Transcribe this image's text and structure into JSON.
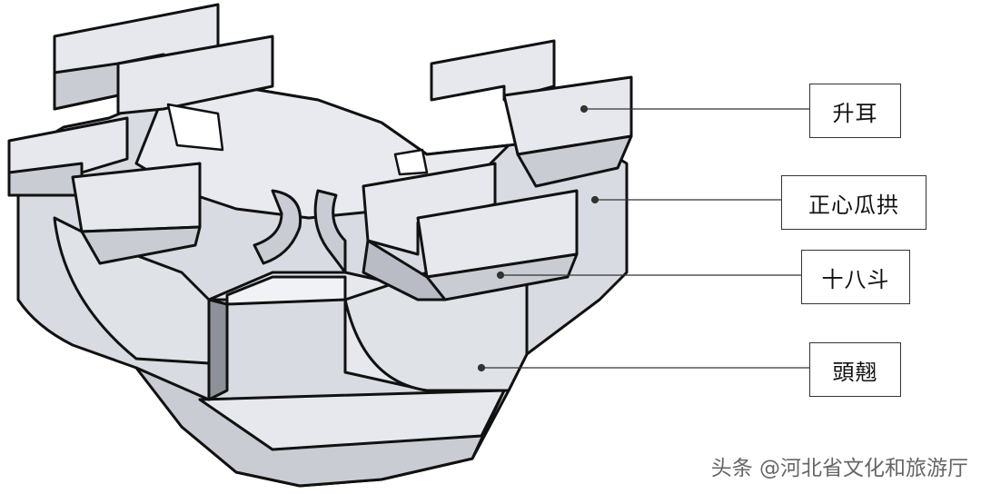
{
  "labels": [
    "升耳",
    "正心瓜拱",
    "十八斗",
    "頭翹"
  ],
  "watermark": "头条 @河北省文化和旅游厅",
  "colors": {
    "face_light": "#e6e8ee",
    "face_mid": "#c9ccd3",
    "face_dark": "#8e9198",
    "outline": "#111111",
    "leader": "#333333"
  }
}
